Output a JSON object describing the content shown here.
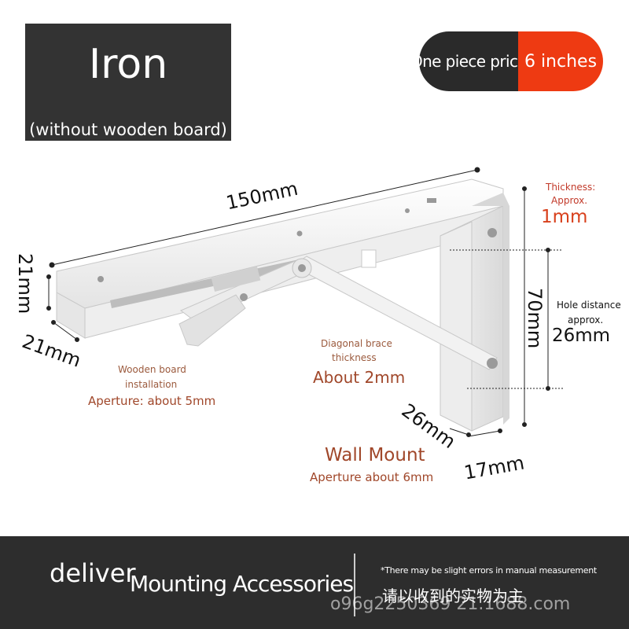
{
  "header": {
    "material": "Iron",
    "note": "(without wooden board)"
  },
  "price_pill": {
    "label": "One piece price",
    "size": "6 inches",
    "accent_color": "#ee3a12"
  },
  "dimensions": {
    "length": "150mm",
    "end_height": "21mm",
    "end_width": "21mm",
    "vertical": "70mm",
    "bottom_depth": "26mm",
    "bottom_width": "17mm"
  },
  "thickness": {
    "title_line1": "Thickness:",
    "title_line2": "Approx.",
    "value": "1mm"
  },
  "hole_distance": {
    "title_line1": "Hole distance",
    "title_line2": "approx.",
    "value": "26mm"
  },
  "diagonal_brace": {
    "title_line1": "Diagonal brace",
    "title_line2": "thickness",
    "value": "About 2mm"
  },
  "wooden_board": {
    "title_line1": "Wooden board",
    "title_line2": "installation",
    "value": "Aperture: about 5mm"
  },
  "wall_mount": {
    "title": "Wall Mount",
    "value": "Aperture about 6mm"
  },
  "footer": {
    "deliver": "deliver",
    "accessories": "Mounting Accessories",
    "note": "*There may be slight errors in manual measurement",
    "cn_text": "请以收到的实物为主",
    "watermark": "o96g2250369 21.1688.com"
  }
}
